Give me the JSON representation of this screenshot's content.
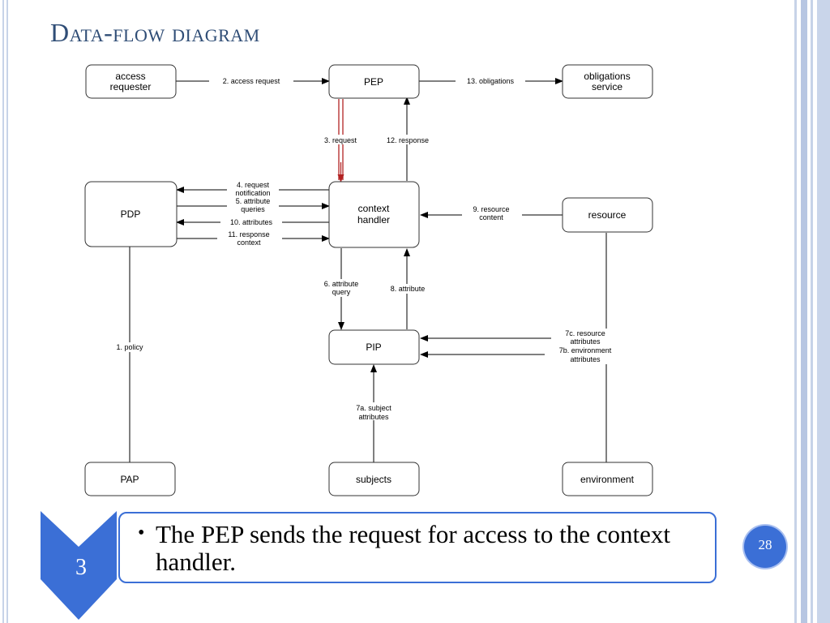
{
  "slide": {
    "title": "Data-flow diagram",
    "page_number": "28",
    "step_number": "3",
    "bullet": "The PEP sends the request for access to the context handler.",
    "colors": {
      "accent": "#3b6fd6",
      "title": "#2f4d76",
      "highlight_arrow": "#b22222",
      "frame": "#c7d3e8"
    }
  },
  "diagram": {
    "nodes": {
      "access_requester": [
        "access",
        "requester"
      ],
      "pep": [
        "PEP"
      ],
      "obligations_service": [
        "obligations",
        "service"
      ],
      "pdp": [
        "PDP"
      ],
      "context_handler": [
        "context",
        "handler"
      ],
      "resource": [
        "resource"
      ],
      "pip": [
        "PIP"
      ],
      "pap": [
        "PAP"
      ],
      "subjects": [
        "subjects"
      ],
      "environment": [
        "environment"
      ]
    },
    "edges": {
      "e1": [
        "1. policy"
      ],
      "e2": [
        "2. access request"
      ],
      "e3": [
        "3. request"
      ],
      "e4": [
        "4. request",
        "notification"
      ],
      "e5": [
        "5. attribute",
        "queries"
      ],
      "e6": [
        "6. attribute",
        "query"
      ],
      "e7a": [
        "7a. subject",
        "attributes"
      ],
      "e7b": [
        "7b. environment",
        "attributes"
      ],
      "e7c": [
        "7c. resource",
        "attributes"
      ],
      "e8": [
        "8. attribute"
      ],
      "e9": [
        "9. resource",
        "content"
      ],
      "e10": [
        "10. attributes"
      ],
      "e11": [
        "11. response",
        "context"
      ],
      "e12": [
        "12. response"
      ],
      "e13": [
        "13. obligations"
      ]
    }
  }
}
